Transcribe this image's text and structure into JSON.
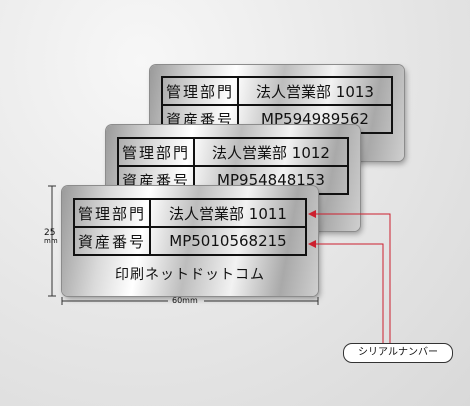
{
  "plates": [
    {
      "row1_label": "管理部門",
      "row1_value": "法人営業部 1013",
      "row2_label": "資産番号",
      "row2_value": "MP594989562"
    },
    {
      "row1_label": "管理部門",
      "row1_value": "法人営業部 1012",
      "row2_label": "資産番号",
      "row2_value": "MP954848153"
    },
    {
      "row1_label": "管理部門",
      "row1_value": "法人営業部 1011",
      "row2_label": "資産番号",
      "row2_value": "MP5010568215"
    }
  ],
  "brand": "印刷ネットドットコム",
  "dimensions": {
    "height_value": "25",
    "height_unit": "mm",
    "width": "60mm"
  },
  "callout": "シリアルナンバー",
  "colors": {
    "arrow": "#cc1f2e",
    "plate_border": "#111111"
  }
}
